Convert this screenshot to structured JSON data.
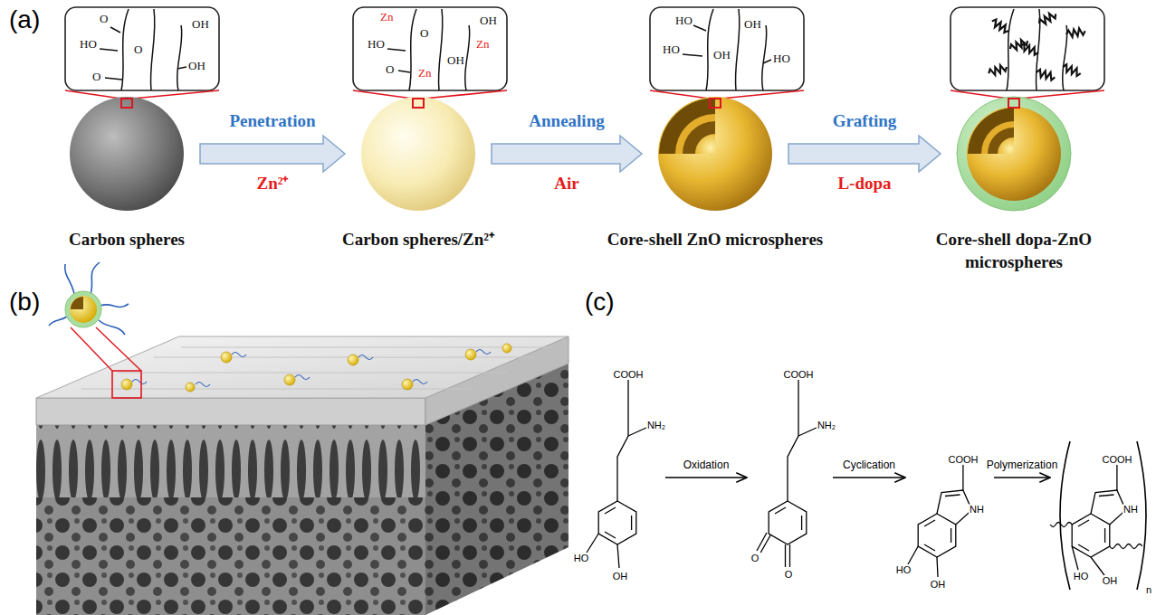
{
  "diagram": {
    "nodes": [
      {
        "text": [
          "Carbon spheres"
        ]
      },
      {
        "text": [
          "Carbon spheres/Zn²⁺"
        ]
      },
      {
        "text": [
          "Core-shell ZnO microspheres"
        ]
      },
      {
        "text": [
          "Core-shell dopa-ZnO microspheres"
        ]
      }
    ],
    "edges": [
      {
        "from": 0,
        "to": 1,
        "label": "Penetration",
        "arrow": "to"
      },
      {
        "from": 1,
        "to": 2,
        "label": "Annealing",
        "arrow": "to"
      },
      {
        "from": 2,
        "to": 3,
        "label": "Grafting",
        "arrow": "to"
      }
    ],
    "labels": [
      "(a)",
      "Zn²⁺",
      "Air",
      "L-dopa",
      "O",
      "OH",
      "HO",
      "O",
      "OH",
      "O",
      "Zn",
      "O",
      "OH",
      "HO",
      "Zn",
      "OH",
      "O",
      "Zn",
      "HO",
      "OH",
      "HO",
      "OH",
      "HO",
      "(b)",
      "(c)",
      "COOH",
      "NH₂",
      "HO",
      "OH",
      "Oxidation",
      "COOH",
      "NH₂",
      "O",
      "O",
      "Cyclication",
      "COOH",
      "NH",
      "HO",
      "OH",
      "Polymerization",
      "COOH",
      "NH",
      "HO",
      "OH",
      "n"
    ]
  }
}
